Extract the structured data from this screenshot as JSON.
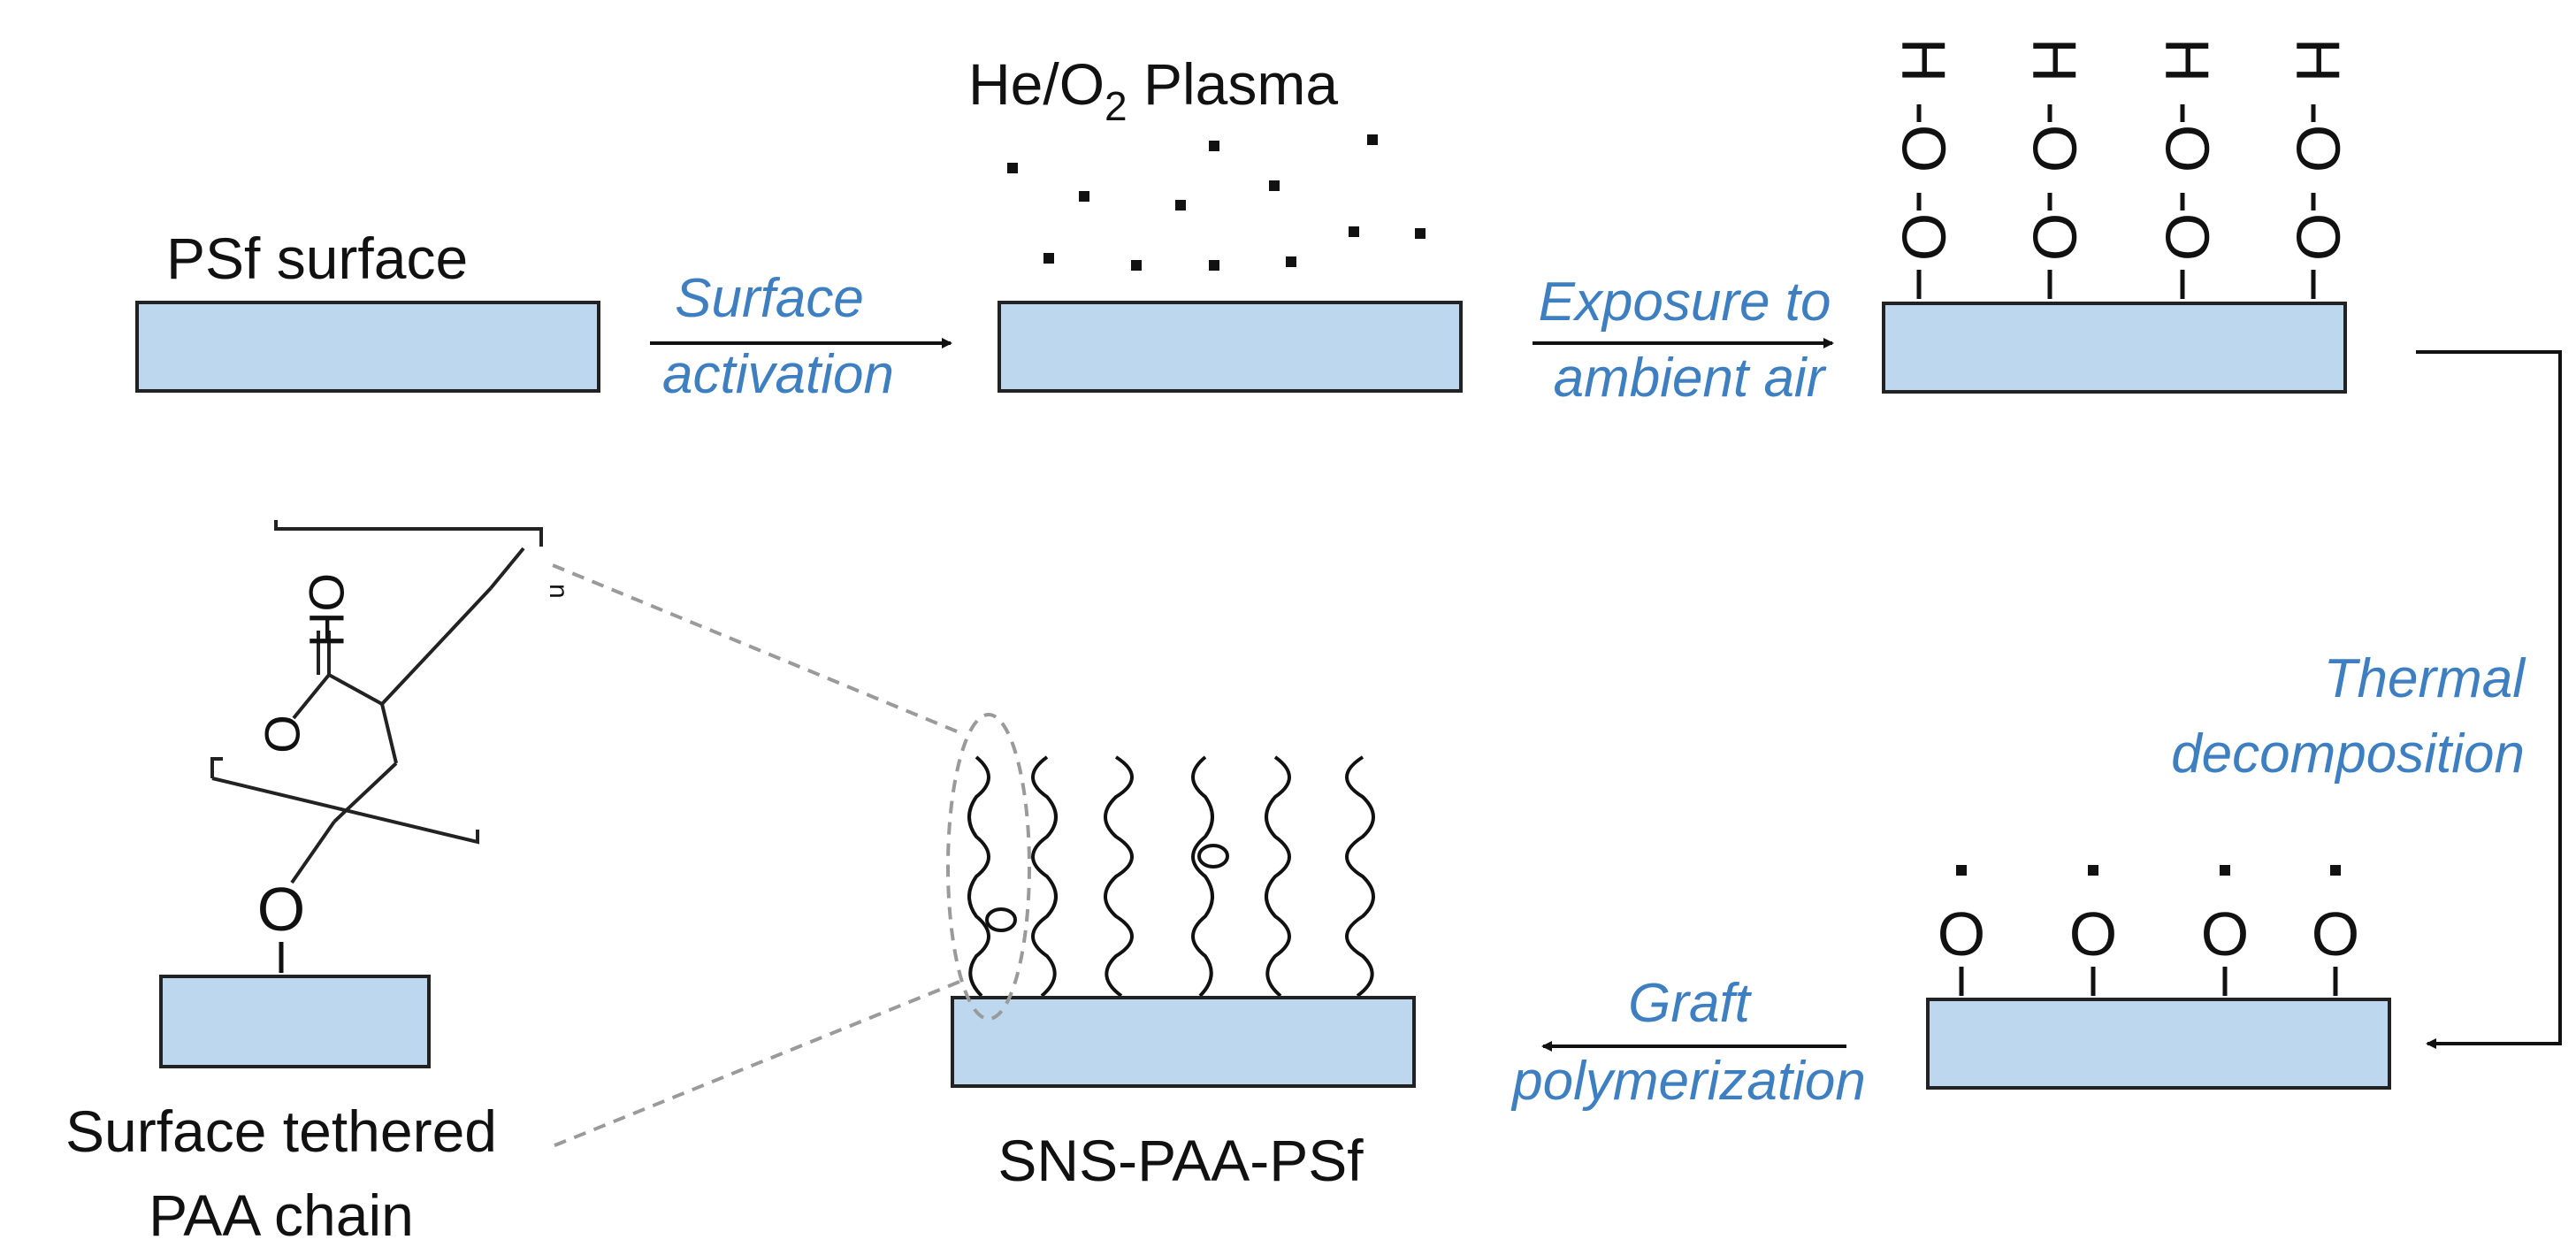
{
  "colors": {
    "substrate_fill": "#bdd7ee",
    "substrate_stroke": "#222222",
    "step_label": "#3d7fc1",
    "text": "#111111",
    "guide_dash": "#9a9a9a"
  },
  "labels": {
    "psf_surface": "PSf surface",
    "plasma_main": "He/O",
    "plasma_sub": "2",
    "plasma_tail": " Plasma",
    "product": "SNS-PAA-PSf",
    "tethered_line1": "Surface tethered",
    "tethered_line2": "PAA chain"
  },
  "steps": {
    "activation_line1": "Surface",
    "activation_line2": "activation",
    "exposure_line1": "Exposure to",
    "exposure_line2": "ambient air",
    "thermal_line1": "Thermal",
    "thermal_line2": "decomposition",
    "graft_line1": "Graft",
    "graft_line2": "polymerization"
  },
  "chemistry": {
    "peroxide_atoms": [
      "O",
      "O",
      "H"
    ],
    "radical_atom": "O",
    "inset_oxygen": "O",
    "carboxyl_oh": "OH",
    "carboxyl_o": "O",
    "repeat_n": "n"
  },
  "icons": {
    "process_arrow": "arrow-right-icon",
    "return_arrow": "arrow-left-icon",
    "plasma_particle": "dot-icon",
    "zoom_ellipse": "dashed-ellipse-icon"
  }
}
